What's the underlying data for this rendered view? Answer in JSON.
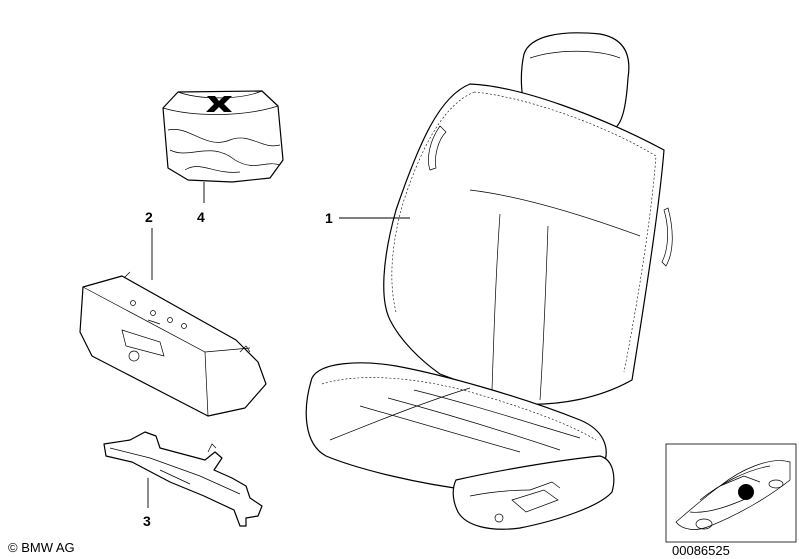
{
  "callouts": [
    {
      "id": "1",
      "text": "1"
    },
    {
      "id": "2",
      "text": "2"
    },
    {
      "id": "3",
      "text": "3"
    },
    {
      "id": "4",
      "text": "4"
    }
  ],
  "footer": {
    "copyright": "© BMW AG",
    "diagram_number": "00086525"
  },
  "colors": {
    "line": "#000000",
    "background": "#ffffff",
    "marker": "#000000"
  },
  "icons": [
    "first-aid-cross-icon",
    "location-dot-icon"
  ]
}
